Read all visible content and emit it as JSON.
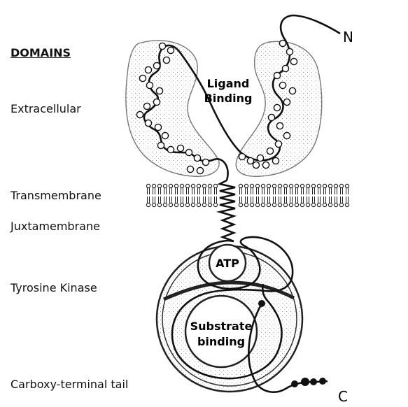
{
  "domains": {
    "heading": "DOMAINS",
    "extracellular": "Extracellular",
    "transmembrane": "Transmembrane",
    "juxtamembrane": "Juxtamembrane",
    "tyrosine_kinase": "Tyrosine Kinase",
    "carboxy_tail": "Carboxy-terminal tail"
  },
  "diagram": {
    "n_terminus": "N",
    "c_terminus": "C",
    "ligand_line1": "Ligand",
    "ligand_line2": "Binding",
    "atp": "ATP",
    "substrate_line1": "Substrate",
    "substrate_line2": "binding"
  }
}
